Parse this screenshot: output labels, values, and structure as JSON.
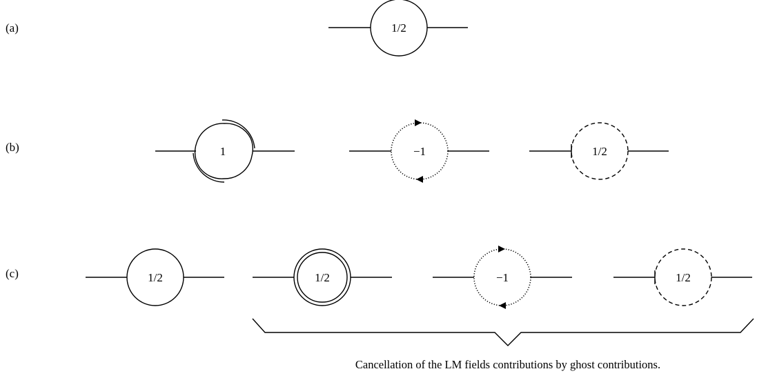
{
  "rows": {
    "a": {
      "label": "(a)",
      "diagrams": [
        {
          "type": "solid-loop",
          "value": "1/2"
        }
      ]
    },
    "b": {
      "label": "(b)",
      "diagrams": [
        {
          "type": "split-double-loop",
          "value": "1"
        },
        {
          "type": "dotted-ghost-loop",
          "value": "−1"
        },
        {
          "type": "dashed-loop",
          "value": "1/2"
        }
      ]
    },
    "c": {
      "label": "(c)",
      "diagrams": [
        {
          "type": "solid-loop",
          "value": "1/2"
        },
        {
          "type": "double-loop",
          "value": "1/2"
        },
        {
          "type": "dotted-ghost-loop",
          "value": "−1"
        },
        {
          "type": "dashed-loop",
          "value": "1/2"
        }
      ]
    }
  },
  "caption": "Cancellation of the LM fields contributions by ghost contributions."
}
